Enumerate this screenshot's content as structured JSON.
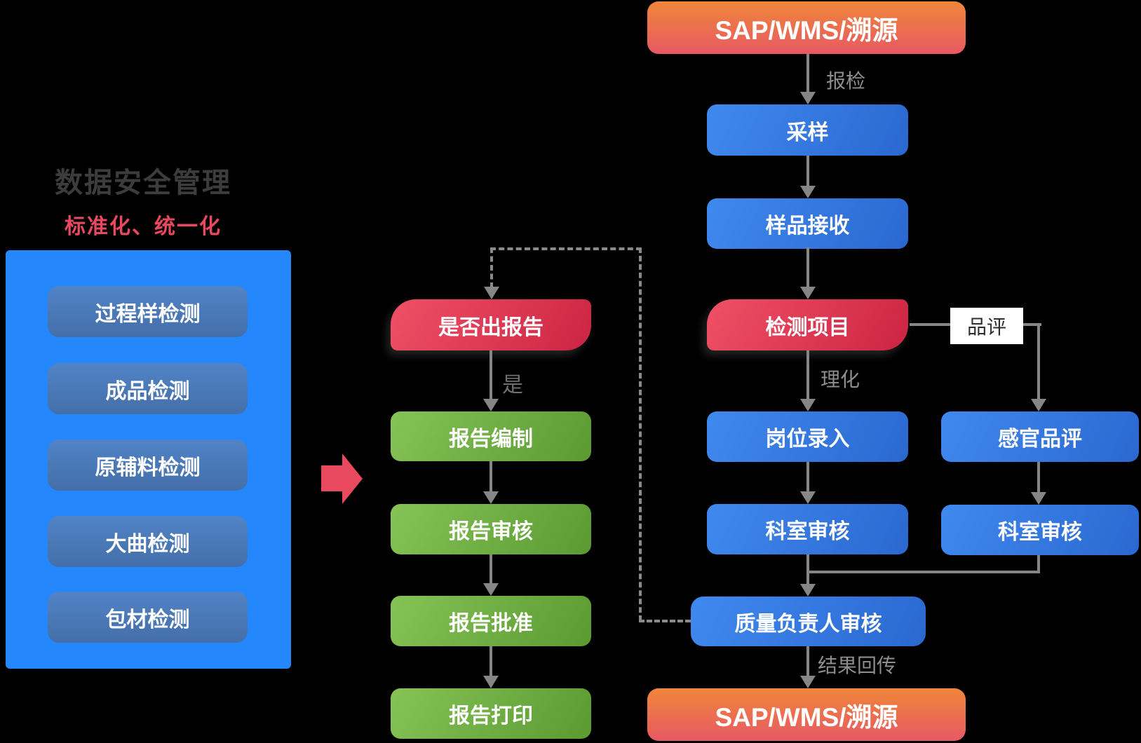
{
  "title": {
    "heading": "数据安全管理",
    "subheading": "标准化、统一化"
  },
  "left_panel": {
    "items": [
      "过程样检测",
      "成品检测",
      "原辅料检测",
      "大曲检测",
      "包材检测"
    ]
  },
  "flows": {
    "report": {
      "decision": "是否出报告",
      "yes_label": "是",
      "compile": "报告编制",
      "review": "报告审核",
      "approve": "报告批准",
      "print": "报告打印"
    },
    "main": {
      "system_top": "SAP/WMS/溯源",
      "submit_label": "报检",
      "sampling": "采样",
      "receive": "样品接收",
      "test_items": "检测项目",
      "physchem_label": "理化",
      "entry": "岗位录入",
      "dept_review": "科室审核",
      "qa_review": "质量负责人审核",
      "result_label": "结果回传",
      "system_bottom": "SAP/WMS/溯源"
    },
    "sensory": {
      "branch_label": "品评",
      "evaluation": "感官品评",
      "dept_review": "科室审核"
    }
  },
  "colors": {
    "background": "#000000",
    "panel_blue": "#2487fc",
    "pill_blue": "#4b7bbd",
    "node_blue_start": "#4089ef",
    "node_blue_end": "#2a68d0",
    "node_green_start": "#86c357",
    "node_green_end": "#5a9a31",
    "node_red_start": "#ef5166",
    "node_red_end": "#cc2443",
    "sap_orange_top": "#f0863a",
    "sap_red_bottom": "#e75964",
    "accent_red": "#e8495f",
    "line_gray": "#868686",
    "label_gray": "#8e8e8e",
    "title_gray": "#3c3c3c"
  }
}
